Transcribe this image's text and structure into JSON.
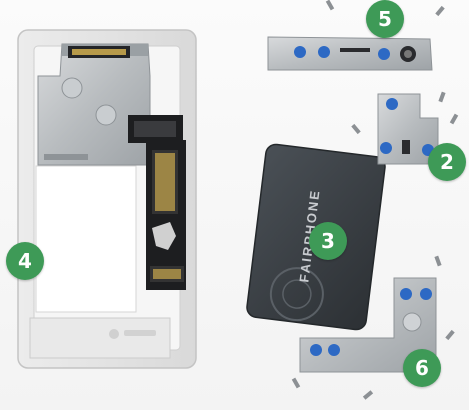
{
  "brand": {
    "text": "FAIRPHONE"
  },
  "callouts": [
    {
      "id": "frame",
      "number": "4"
    },
    {
      "id": "battery",
      "number": "3"
    },
    {
      "id": "top-module",
      "number": "5"
    },
    {
      "id": "small-module",
      "number": "2"
    },
    {
      "id": "bottom-module",
      "number": "6"
    }
  ],
  "colors": {
    "badge": "#3e9a57",
    "frame": "#e6e6e6",
    "battery": "#3b4146",
    "board": "#1d1e20"
  }
}
